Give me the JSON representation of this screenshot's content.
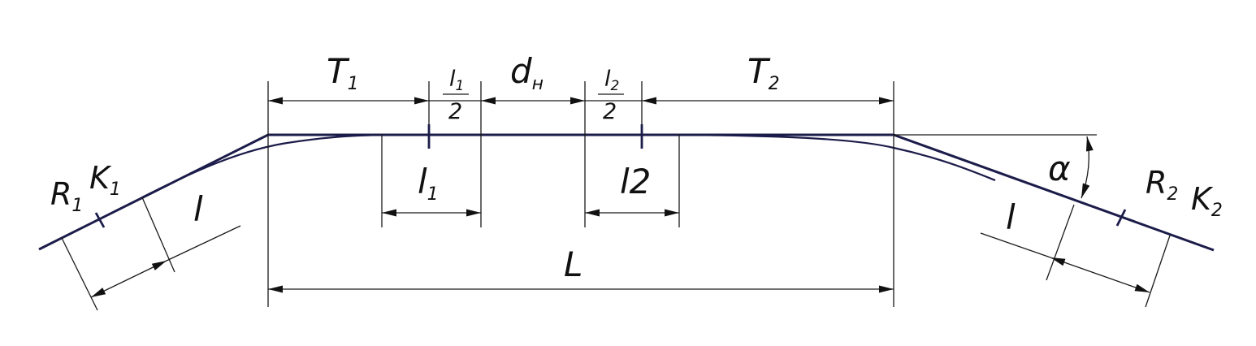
{
  "labels": {
    "R1": "R",
    "R1_sub": "1",
    "K1": "K",
    "K1_sub": "1",
    "l_left": "l",
    "T1": "T",
    "T1_sub": "1",
    "l1_half_num": "l",
    "l1_half_num_sub": "1",
    "l1_half_den": "2",
    "dH": "d",
    "dH_sub": "н",
    "l2_half_num": "l",
    "l2_half_num_sub": "2",
    "l2_half_den": "2",
    "T2": "T",
    "T2_sub": "2",
    "l1": "l",
    "l1_sub": "1",
    "l2": "l2",
    "L": "L",
    "alpha": "α",
    "R2": "R",
    "R2_sub": "2",
    "K2": "K",
    "K2_sub": "2",
    "l_right": "l"
  },
  "colors": {
    "line": "#1c1c4a",
    "dim": "#1a1a1a"
  }
}
